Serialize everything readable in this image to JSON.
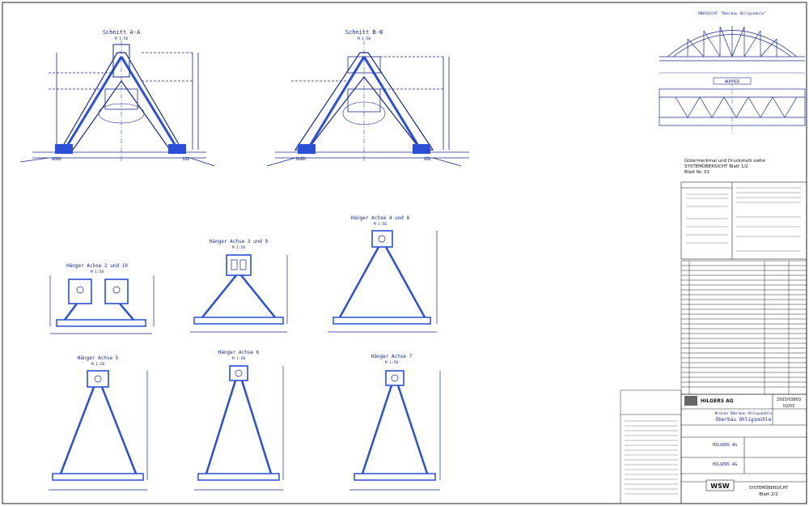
{
  "sections": {
    "schnitt_left": {
      "title": "Schnitt A-A",
      "scale": "M 1:50"
    },
    "schnitt_right": {
      "title": "Schnitt B-B",
      "scale": "M 1:50"
    },
    "nord": "NORD",
    "sued": "SÜD"
  },
  "haenger": {
    "a2_10": {
      "title": "Hänger Achse 2 und 10",
      "scale": "M 1:50"
    },
    "a3_9": {
      "title": "Hänger Achse 3 und 9",
      "scale": "M 1:50"
    },
    "a4_8": {
      "title": "Hänger Achse 4 und 8",
      "scale": "M 1:50"
    },
    "a5": {
      "title": "Hänger Achse 5",
      "scale": "M 1:50"
    },
    "a6": {
      "title": "Hänger Achse 6",
      "scale": "M 1:50"
    },
    "a7": {
      "title": "Hänger Achse 7",
      "scale": "M 1:50"
    }
  },
  "overview": {
    "title": "ÜBERSICHT \"Überbau Ohligsmühle\"",
    "river": "WUPPER"
  },
  "sheet_head": {
    "line1": "Gütermerkmal und Druckstahl siehe",
    "line2": "SYSTEMÜBERSICHT Blatt 1/2",
    "line3": "Blatt Nr. 01"
  },
  "title_block": {
    "company": "HILGERS AG",
    "project_line1": "Brücke Überbau Ohligsmühle",
    "drawing_title": "SYSTEMÜBERSICHT",
    "sheet": "Blatt 2/2",
    "client": "Überbau Ohligsmühle",
    "wsw": "WSW",
    "plan_no": "02/03",
    "index": "2503/03803"
  },
  "colors": {
    "line": "#1a2a8a",
    "steel": "#2b4fd6",
    "ink": "#111111"
  }
}
